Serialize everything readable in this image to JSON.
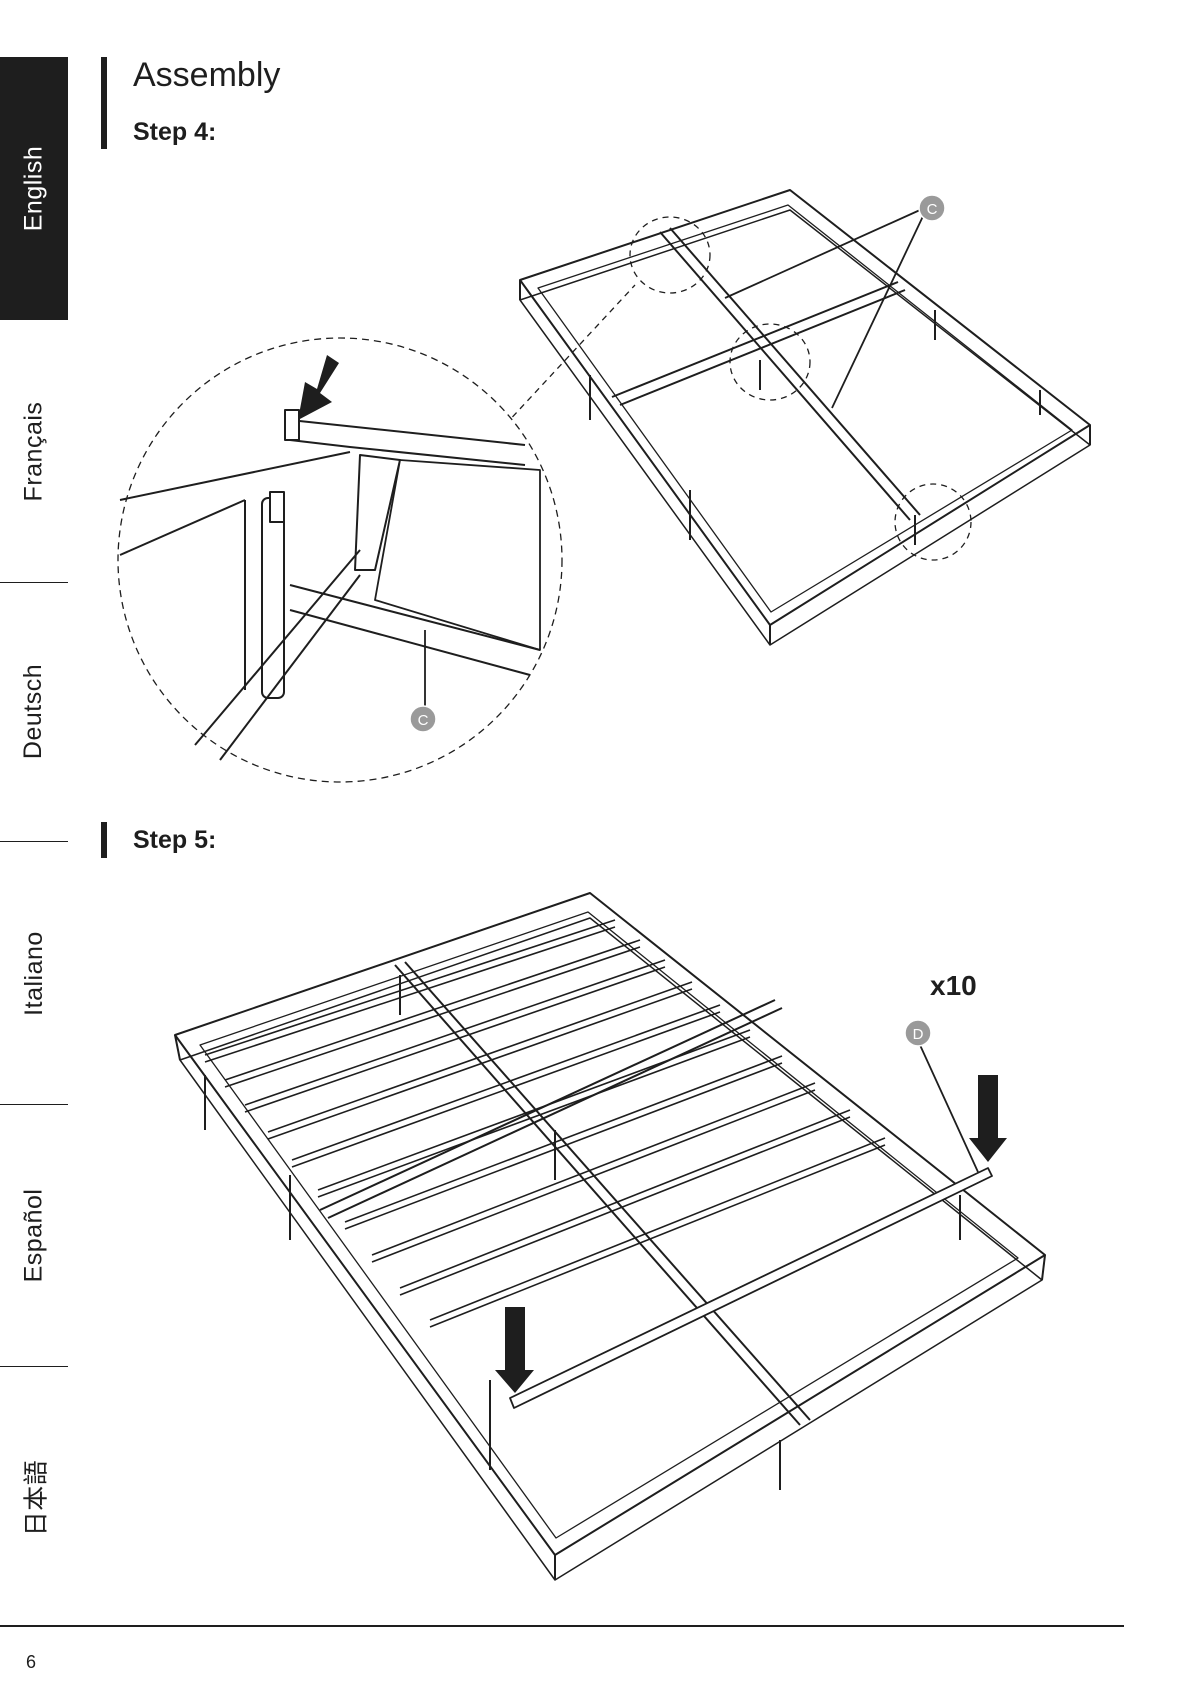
{
  "sidebar": {
    "languages": [
      {
        "label": "English",
        "active": true
      },
      {
        "label": "Français",
        "active": false
      },
      {
        "label": "Deutsch",
        "active": false
      },
      {
        "label": "Italiano",
        "active": false
      },
      {
        "label": "Español",
        "active": false
      },
      {
        "label": "日本語",
        "active": false
      }
    ]
  },
  "header": {
    "title": "Assembly"
  },
  "steps": [
    {
      "label": "Step 4:",
      "callouts": [
        "C",
        "C"
      ]
    },
    {
      "label": "Step 5:",
      "callouts": [
        "D"
      ],
      "quantity": "x10"
    }
  ],
  "footer": {
    "page_number": "6"
  }
}
